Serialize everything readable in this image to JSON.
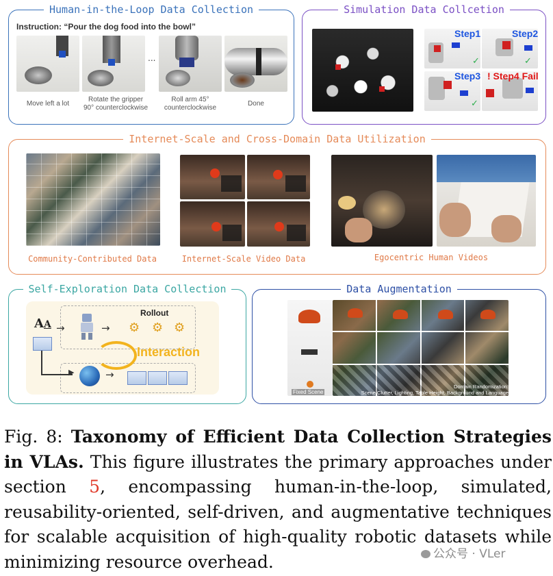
{
  "hitl": {
    "title": "Human-in-the-Loop Data Collection",
    "instruction": "Instruction: “Pour the dog food into the bowl”",
    "ellipsis": "...",
    "captions": [
      "Move left a lot",
      "Rotate the gripper\n90° counterclockwise",
      "Roll arm 45°\ncounterclockwise",
      "Done"
    ]
  },
  "sim": {
    "title": "Simulation Data Collcetion",
    "steps": [
      "Step1",
      "Step2",
      "Step3",
      "! Step4 Fail"
    ]
  },
  "internet": {
    "title": "Internet-Scale and Cross-Domain Data Utilization",
    "captions": [
      "Community-Contributed Data",
      "Internet-Scale Video Data",
      "Egocentric Human Videos"
    ]
  },
  "self": {
    "title": "Self-Exploration Data Collection",
    "rollout": "Rollout",
    "interaction": "Interaction",
    "text_glyph": "A"
  },
  "aug": {
    "title": "Data Augmentation",
    "fixed": "Fixed Scene",
    "dr_title": "Domain Randomization:",
    "dr_sub": "Scene Clutter, Lighting, Table Height, Background and Language"
  },
  "caption": {
    "label": "Fig. 8:",
    "bold": "Taxonomy of Efficient Data Collection Strategies in VLAs.",
    "text1": "This figure illustrates the primary approaches under section",
    "ref": "5",
    "text2": ", encompassing human-in-the-loop, simulated, reusability-oriented, self-driven, and augmentative techniques for scalable acquisition of high-quality robotic datasets while minimizing resource overhead."
  },
  "watermark": "公众号 · VLer",
  "colors": {
    "hitl": "#3a72ba",
    "sim": "#7a4fc4",
    "internet": "#e58a58",
    "self": "#3aa6a2",
    "aug": "#2d4fa5",
    "interaction": "#f2b31e"
  }
}
